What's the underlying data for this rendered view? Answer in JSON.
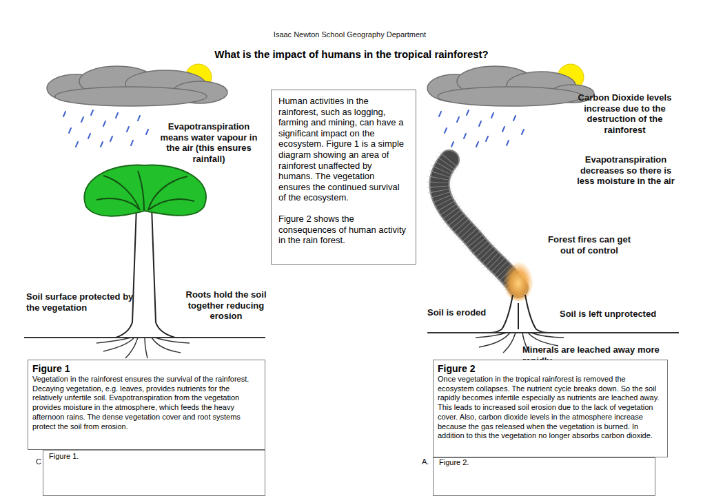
{
  "diagram": {
    "title": "What is the impact of humans in the tropical rainforest?",
    "nodes": [
      {
        "text": [
          "Human activities in the rainforest, such as logging, farming and mining, can have a significant impact on the ecosystem. Figure 1 is a simple diagram showing an area of rainforest unaffected by humans. The vegetation ensures the continued survival of the ecosystem.",
          "Figure 2 shows the consequences of human activity in the rain forest."
        ]
      },
      {
        "text": [
          "Figure 1",
          "Vegetation in the rainforest ensures the survival of the rainforest. Decaying vegetation, e.g. leaves, provides nutrients for the relatively unfertile soil. Evapotranspiration from the vegetation provides moisture in the atmosphere, which feeds the heavy afternoon rains. The dense vegetation cover and root systems protect the soil from erosion."
        ]
      },
      {
        "text": [
          "Figure 2",
          "Once vegetation in the tropical rainforest is removed the ecosystem collapses. The nutrient cycle breaks down. So the soil rapidly becomes infertile especially as nutrients are leached away. This leads to increased soil erosion due to the lack of vegetation cover. Also, carbon dioxide levels in the atmosphere increase because the gas released when the vegetation is burned. In addition to this the vegetation no longer absorbs carbon dioxide."
        ]
      },
      {
        "text": [
          "Figure 1."
        ]
      },
      {
        "text": [
          "Figure 2."
        ]
      }
    ],
    "labels": [
      "Isaac Newton School Geography Department",
      "Evapotranspiration means water vapour in the air (this ensures rainfall)",
      "Soil surface protected by the vegetation",
      "Roots hold the soil together reducing erosion",
      "Carbon Dioxide levels increase due to the destruction of the rainforest",
      "Evapotranspiration decreases so there is less moisture in the air",
      "Forest fires can get out of control",
      "Soil is eroded",
      "Soil is left unprotected",
      "Minerals are leached away more rapidly",
      "C",
      "A."
    ]
  }
}
